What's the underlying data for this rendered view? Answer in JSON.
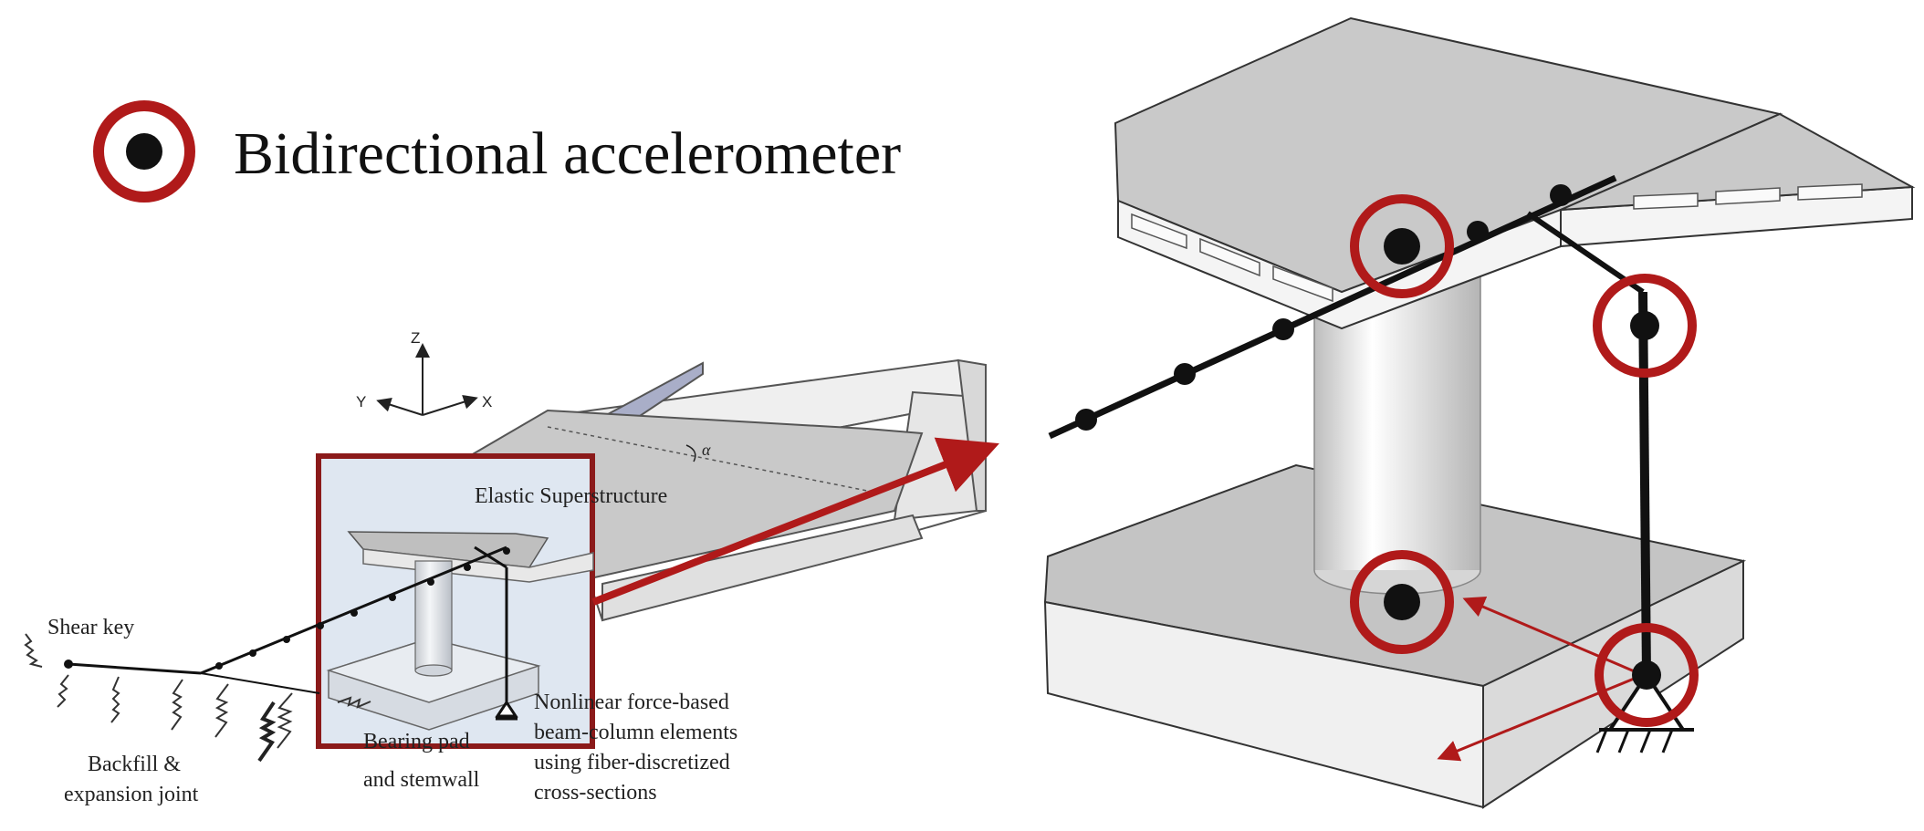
{
  "legend": {
    "text": "Bidirectional accelerometer",
    "marker_color": "#b01a1a"
  },
  "left_diagram": {
    "axes": {
      "z": "Z",
      "y": "Y",
      "x": "X"
    },
    "skew_angle": "α",
    "superstructure": "Elastic Superstructure",
    "shear_key": "Shear key",
    "backfill": [
      "Backfill &",
      "expansion joint"
    ],
    "bearing": [
      "Bearing pad",
      "and stemwall"
    ],
    "nonlinear": [
      "Nonlinear force-based",
      "beam-column elements",
      "using fiber-discretized",
      "cross-sections"
    ]
  },
  "colors": {
    "accent_red": "#b01a1a",
    "deck_gray": "#c9c9c9",
    "highlight_bg": "#dfe7f1"
  }
}
